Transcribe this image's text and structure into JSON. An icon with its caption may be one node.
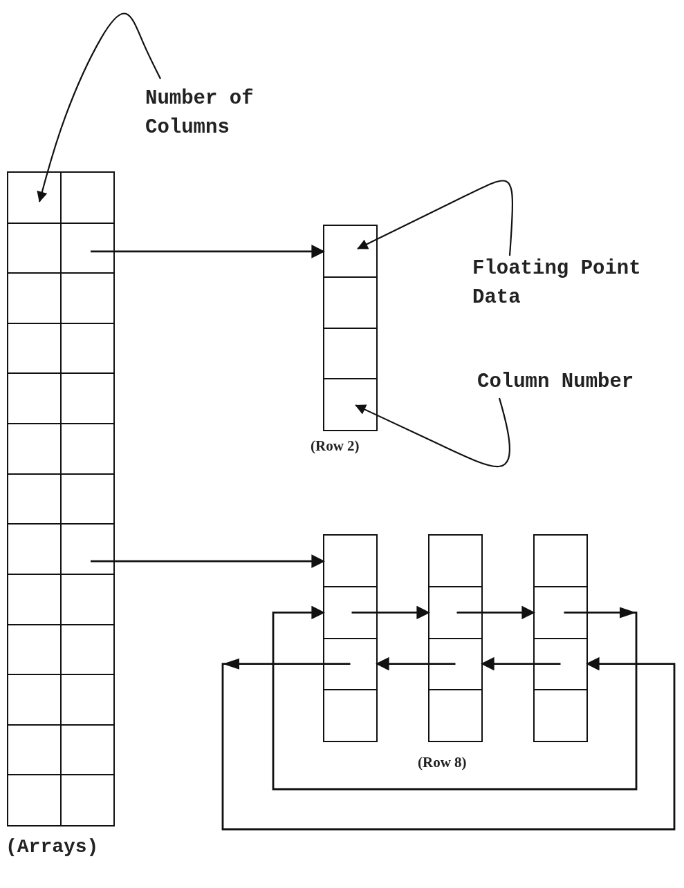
{
  "diagram": {
    "nodes": [
      {
        "text": [
          "Number of Columns"
        ]
      },
      {
        "text": [],
        "shape": "box",
        "beside": [
          "(Arrays)"
        ]
      },
      {
        "text": [],
        "shape": "box",
        "in": 1
      },
      {
        "text": [],
        "shape": "box",
        "in": 1
      },
      {
        "text": [],
        "shape": "box",
        "in": 1
      },
      {
        "text": [],
        "shape": "box",
        "in": 1
      },
      {
        "text": [],
        "shape": "box",
        "in": 1
      },
      {
        "text": [],
        "shape": "box",
        "in": 1
      },
      {
        "text": [],
        "shape": "box",
        "in": 1
      },
      {
        "text": [],
        "shape": "box",
        "in": 1
      },
      {
        "text": [],
        "shape": "box",
        "in": 1
      },
      {
        "text": [],
        "shape": "box",
        "in": 1
      },
      {
        "text": [],
        "shape": "box",
        "in": 1
      },
      {
        "text": [],
        "shape": "box",
        "in": 1
      },
      {
        "text": [],
        "shape": "box",
        "in": 1
      },
      {
        "text": [],
        "shape": "box",
        "in": 1
      },
      {
        "text": [],
        "shape": "box",
        "in": 1
      },
      {
        "text": [],
        "shape": "box",
        "in": 1
      },
      {
        "text": [],
        "shape": "box",
        "in": 1
      },
      {
        "text": [],
        "shape": "box",
        "in": 1
      },
      {
        "text": [],
        "shape": "box",
        "in": 1
      },
      {
        "text": [],
        "shape": "box",
        "in": 1
      },
      {
        "text": [],
        "shape": "box",
        "in": 1
      },
      {
        "text": [],
        "shape": "box",
        "in": 1
      },
      {
        "text": [],
        "shape": "box",
        "in": 1
      },
      {
        "text": [],
        "shape": "box",
        "in": 1
      },
      {
        "text": [],
        "shape": "box",
        "in": 1
      },
      {
        "text": [],
        "shape": "box",
        "in": 1
      },
      {
        "text": [],
        "shape": "box",
        "beside": [
          "(Row 2)"
        ]
      },
      {
        "text": [],
        "shape": "box",
        "in": 28
      },
      {
        "text": [],
        "shape": "box",
        "in": 28
      },
      {
        "text": [],
        "shape": "box",
        "in": 28
      },
      {
        "text": [],
        "shape": "box",
        "in": 28
      },
      {
        "text": [
          "Floating Point Data"
        ]
      },
      {
        "text": [
          "Column Number"
        ]
      },
      {
        "text": [],
        "shape": "box"
      },
      {
        "text": [],
        "shape": "box",
        "in": 35
      },
      {
        "text": [],
        "shape": "box",
        "in": 35
      },
      {
        "text": [],
        "shape": "box",
        "in": 35
      },
      {
        "text": [],
        "shape": "box",
        "in": 35
      },
      {
        "text": [],
        "shape": "box"
      },
      {
        "text": [],
        "shape": "box",
        "in": 40
      },
      {
        "text": [],
        "shape": "box",
        "in": 40
      },
      {
        "text": [],
        "shape": "box",
        "in": 40
      },
      {
        "text": [],
        "shape": "box",
        "in": 40
      },
      {
        "text": [],
        "shape": "box"
      },
      {
        "text": [],
        "shape": "box",
        "in": 45
      },
      {
        "text": [],
        "shape": "box",
        "in": 45
      },
      {
        "text": [],
        "shape": "box",
        "in": 45
      },
      {
        "text": [],
        "shape": "box",
        "in": 45
      }
    ],
    "edges": [
      {
        "from": 0,
        "to": 2,
        "arrow": "to"
      },
      {
        "from": 5,
        "to": 29,
        "arrow": "to"
      },
      {
        "from": 33,
        "to": 29,
        "arrow": "to"
      },
      {
        "from": 34,
        "to": 32,
        "arrow": "to"
      },
      {
        "from": 17,
        "to": 36,
        "arrow": "to"
      },
      {
        "from": 37,
        "to": 42,
        "arrow": "to"
      },
      {
        "from": 42,
        "to": 47,
        "arrow": "to"
      },
      {
        "from": 47,
        "to": 37,
        "arrow": "to"
      },
      {
        "from": 48,
        "to": 43,
        "arrow": "to"
      },
      {
        "from": 43,
        "to": 38,
        "arrow": "to"
      },
      {
        "from": 38,
        "to": 48,
        "arrow": "to"
      }
    ],
    "labels": [
      "(Row 8)"
    ]
  }
}
